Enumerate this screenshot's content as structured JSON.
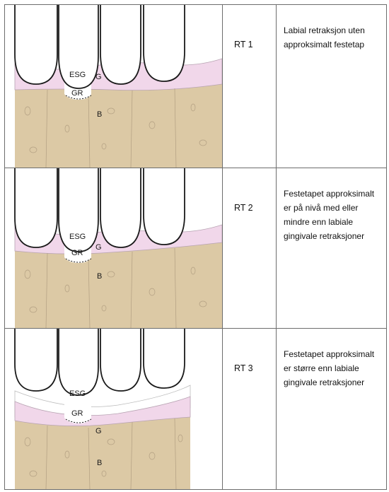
{
  "rows": [
    {
      "code": "RT 1",
      "description": "Labial retraksjon uten approksimalt festetap",
      "labels": {
        "esg": "ESG",
        "g": "G",
        "gr": "GR",
        "b": "B"
      }
    },
    {
      "code": "RT 2",
      "description": "Festetapet approksimalt er på nivå med eller mindre enn labiale gingivale retraksjoner",
      "labels": {
        "esg": "ESG",
        "g": "G",
        "gr": "GR",
        "b": "B"
      }
    },
    {
      "code": "RT 3",
      "description": "Festetapet approksimalt er større enn labiale gingivale retraksjoner",
      "labels": {
        "esg": "ESG",
        "g": "G",
        "gr": "GR",
        "b": "B"
      }
    }
  ],
  "colors": {
    "bone": "#dcc9a5",
    "gingiva": "#f1d7ea",
    "tooth": "#ffffff",
    "outline": "#1a1a1a"
  }
}
